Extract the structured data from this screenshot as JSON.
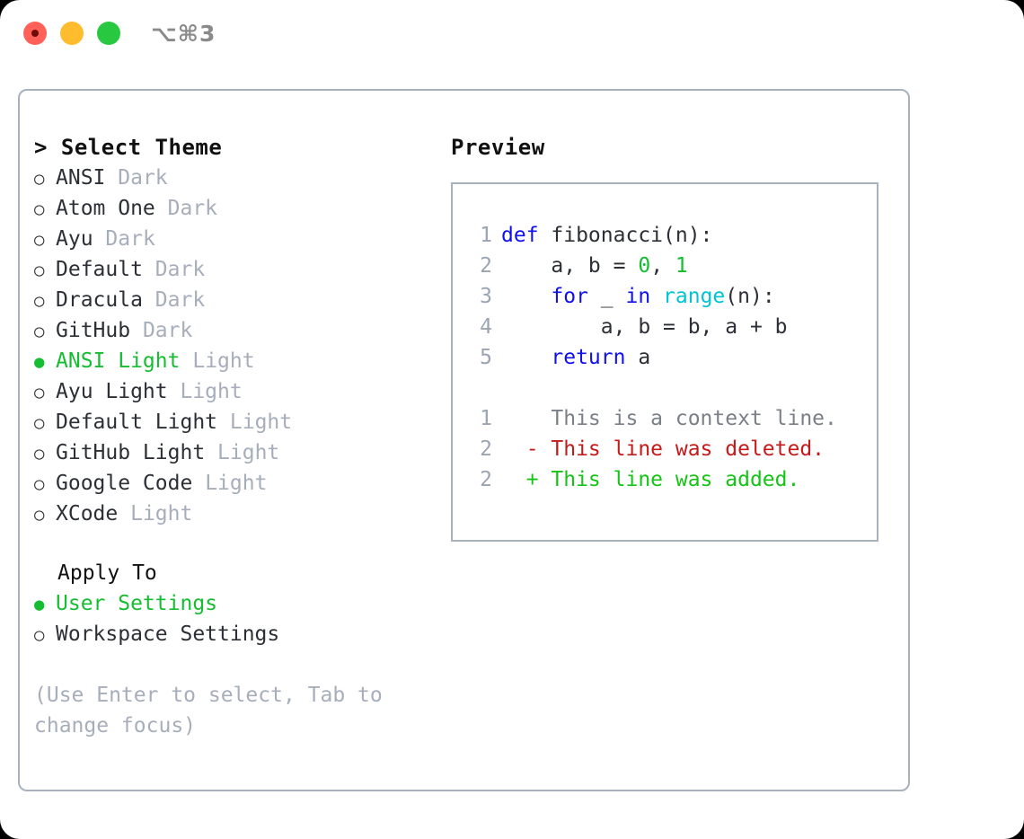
{
  "window": {
    "traffic_lights": [
      "close-red",
      "minimize-yellow",
      "maximize-green"
    ],
    "shortcut_label": "⌥⌘3"
  },
  "theme_picker": {
    "header_prompt": ">",
    "header_title": "Select Theme",
    "options": [
      {
        "bullet": "○",
        "label": "ANSI",
        "suffix": "Dark",
        "selected": false
      },
      {
        "bullet": "○",
        "label": "Atom One",
        "suffix": "Dark",
        "selected": false
      },
      {
        "bullet": "○",
        "label": "Ayu",
        "suffix": "Dark",
        "selected": false
      },
      {
        "bullet": "○",
        "label": "Default",
        "suffix": "Dark",
        "selected": false
      },
      {
        "bullet": "○",
        "label": "Dracula",
        "suffix": "Dark",
        "selected": false
      },
      {
        "bullet": "○",
        "label": "GitHub",
        "suffix": "Dark",
        "selected": false
      },
      {
        "bullet": "●",
        "label": "ANSI Light",
        "suffix": "Light",
        "selected": true
      },
      {
        "bullet": "○",
        "label": "Ayu Light",
        "suffix": "Light",
        "selected": false
      },
      {
        "bullet": "○",
        "label": "Default Light",
        "suffix": "Light",
        "selected": false
      },
      {
        "bullet": "○",
        "label": "GitHub Light",
        "suffix": "Light",
        "selected": false
      },
      {
        "bullet": "○",
        "label": "Google Code",
        "suffix": "Light",
        "selected": false
      },
      {
        "bullet": "○",
        "label": "XCode",
        "suffix": "Light",
        "selected": false
      }
    ]
  },
  "apply_to": {
    "title": "Apply To",
    "options": [
      {
        "bullet": "●",
        "label": "User Settings",
        "selected": true
      },
      {
        "bullet": "○",
        "label": "Workspace Settings",
        "selected": false
      }
    ]
  },
  "hint": "(Use Enter to select, Tab to change focus)",
  "preview": {
    "title": "Preview",
    "code_lines": [
      {
        "no": "1",
        "tokens": [
          {
            "t": "def",
            "k": "kw"
          },
          {
            "t": " fibonacci(n):",
            "k": "plain"
          }
        ]
      },
      {
        "no": "2",
        "tokens": [
          {
            "t": "    a, b = ",
            "k": "plain"
          },
          {
            "t": "0",
            "k": "num"
          },
          {
            "t": ", ",
            "k": "plain"
          },
          {
            "t": "1",
            "k": "num"
          }
        ]
      },
      {
        "no": "3",
        "tokens": [
          {
            "t": "    ",
            "k": "plain"
          },
          {
            "t": "for",
            "k": "kw"
          },
          {
            "t": " _ ",
            "k": "plain"
          },
          {
            "t": "in",
            "k": "kw"
          },
          {
            "t": " ",
            "k": "plain"
          },
          {
            "t": "range",
            "k": "fn"
          },
          {
            "t": "(n):",
            "k": "plain"
          }
        ]
      },
      {
        "no": "4",
        "tokens": [
          {
            "t": "        a, b = b, a + b",
            "k": "plain"
          }
        ]
      },
      {
        "no": "5",
        "tokens": [
          {
            "t": "    ",
            "k": "plain"
          },
          {
            "t": "return",
            "k": "kw"
          },
          {
            "t": " a",
            "k": "plain"
          }
        ]
      }
    ],
    "diff_lines": [
      {
        "no": "1",
        "marker": " ",
        "text": "This is a context line.",
        "kind": "ctx"
      },
      {
        "no": "2",
        "marker": "-",
        "text": "This line was deleted.",
        "kind": "del"
      },
      {
        "no": "2",
        "marker": "+",
        "text": "This line was added.",
        "kind": "add"
      }
    ]
  },
  "colors": {
    "selected_green": "#15bd32",
    "muted_gray": "#a7aebb",
    "border": "#a8b2bf",
    "keyword_blue": "#1010ee",
    "function_cyan": "#00c3d6",
    "number_green": "#15bd32",
    "diff_delete_red": "#c41a1a",
    "diff_add_green": "#16c416",
    "diff_context_gray": "#7a7f88",
    "traffic_red": "#ff6159",
    "traffic_yellow": "#ffbd2e",
    "traffic_green": "#28c840"
  }
}
